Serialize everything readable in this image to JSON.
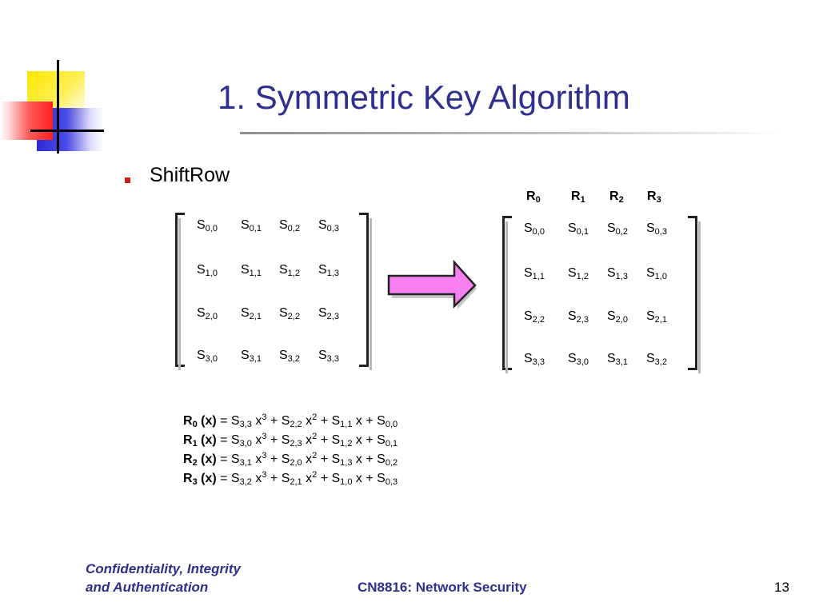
{
  "slide": {
    "title": "1. Symmetric Key Algorithm",
    "bullet": "ShiftRow"
  },
  "left_matrix": [
    [
      {
        "b": "S",
        "s": "0,0"
      },
      {
        "b": "S",
        "s": "0,1"
      },
      {
        "b": "S",
        "s": "0,2"
      },
      {
        "b": "S",
        "s": "0,3"
      }
    ],
    [
      {
        "b": "S",
        "s": "1,0"
      },
      {
        "b": "S",
        "s": "1,1"
      },
      {
        "b": "S",
        "s": "1,2"
      },
      {
        "b": "S",
        "s": "1,3"
      }
    ],
    [
      {
        "b": "S",
        "s": "2,0"
      },
      {
        "b": "S",
        "s": "2,1"
      },
      {
        "b": "S",
        "s": "2,2"
      },
      {
        "b": "S",
        "s": "2,3"
      }
    ],
    [
      {
        "b": "S",
        "s": "3,0"
      },
      {
        "b": "S",
        "s": "3,1"
      },
      {
        "b": "S",
        "s": "3,2"
      },
      {
        "b": "S",
        "s": "3,3"
      }
    ]
  ],
  "right_headers": [
    {
      "b": "R",
      "s": "0"
    },
    {
      "b": "R",
      "s": "1"
    },
    {
      "b": "R",
      "s": "2"
    },
    {
      "b": "R",
      "s": "3"
    }
  ],
  "right_matrix": [
    [
      {
        "b": "S",
        "s": "0,0"
      },
      {
        "b": "S",
        "s": "0,1"
      },
      {
        "b": "S",
        "s": "0,2"
      },
      {
        "b": "S",
        "s": "0,3"
      }
    ],
    [
      {
        "b": "S",
        "s": "1,1"
      },
      {
        "b": "S",
        "s": "1,2"
      },
      {
        "b": "S",
        "s": "1,3"
      },
      {
        "b": "S",
        "s": "1,0"
      }
    ],
    [
      {
        "b": "S",
        "s": "2,2"
      },
      {
        "b": "S",
        "s": "2,3"
      },
      {
        "b": "S",
        "s": "2,0"
      },
      {
        "b": "S",
        "s": "2,1"
      }
    ],
    [
      {
        "b": "S",
        "s": "3,3"
      },
      {
        "b": "S",
        "s": "3,0"
      },
      {
        "b": "S",
        "s": "3,1"
      },
      {
        "b": "S",
        "s": "3,2"
      }
    ]
  ],
  "equations": [
    {
      "r": "R",
      "rs": "0",
      "x": "(x)",
      "eq": "=",
      "t": [
        {
          "s": "3,3",
          "p": "3"
        },
        {
          "s": "2,2",
          "p": "2"
        },
        {
          "s": "1,1",
          "p": ""
        },
        {
          "s": "0,0",
          "p": ""
        }
      ]
    },
    {
      "r": "R",
      "rs": "1",
      "x": "(x)",
      "eq": "=",
      "t": [
        {
          "s": "3,0",
          "p": "3"
        },
        {
          "s": "2,3",
          "p": "2"
        },
        {
          "s": "1,2",
          "p": ""
        },
        {
          "s": "0,1",
          "p": ""
        }
      ]
    },
    {
      "r": "R",
      "rs": "2",
      "x": "(x)",
      "eq": "=",
      "t": [
        {
          "s": "3,1",
          "p": "3"
        },
        {
          "s": "2,0",
          "p": "2"
        },
        {
          "s": "1,3",
          "p": ""
        },
        {
          "s": "0,2",
          "p": ""
        }
      ]
    },
    {
      "r": "R",
      "rs": "3",
      "x": "(x)",
      "eq": "=",
      "t": [
        {
          "s": "3,2",
          "p": "3"
        },
        {
          "s": "2,1",
          "p": "2"
        },
        {
          "s": "1,0",
          "p": ""
        },
        {
          "s": "0,3",
          "p": ""
        }
      ]
    }
  ],
  "footer": {
    "left_line1": "Confidentiality, Integrity",
    "left_line2": "and Authentication",
    "center": "CN8816: Network Security",
    "page_number": "13"
  },
  "colors": {
    "title": "#2f2f8f",
    "bullet": "#d31a1a",
    "arrow_fill": "#f77ff0",
    "arrow_stroke": "#222222"
  }
}
